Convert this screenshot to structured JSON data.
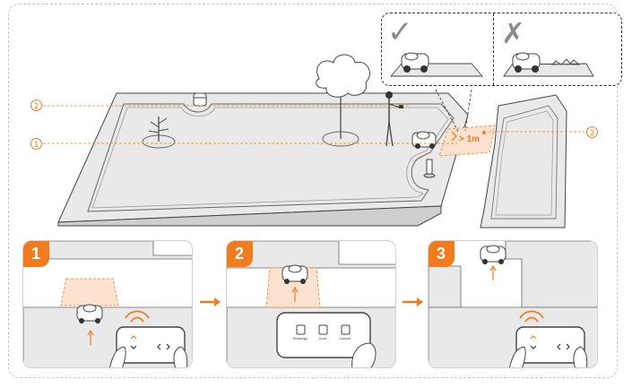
{
  "markers": {
    "label_2": "2",
    "label_1": "1",
    "label_3": "3"
  },
  "distance": {
    "text": "> 1m"
  },
  "inset": {
    "ok_symbol": "✓",
    "no_symbol": "✗"
  },
  "steps": [
    {
      "number": "1"
    },
    {
      "number": "2"
    },
    {
      "number": "3"
    }
  ],
  "phone_step2": {
    "buttons": [
      "Reassign",
      "Dock",
      "Cancel"
    ]
  },
  "colors": {
    "accent": "#f07c1e",
    "line": "#444444",
    "lawn": "#e9e9e9",
    "zone": "#fde3cf"
  }
}
